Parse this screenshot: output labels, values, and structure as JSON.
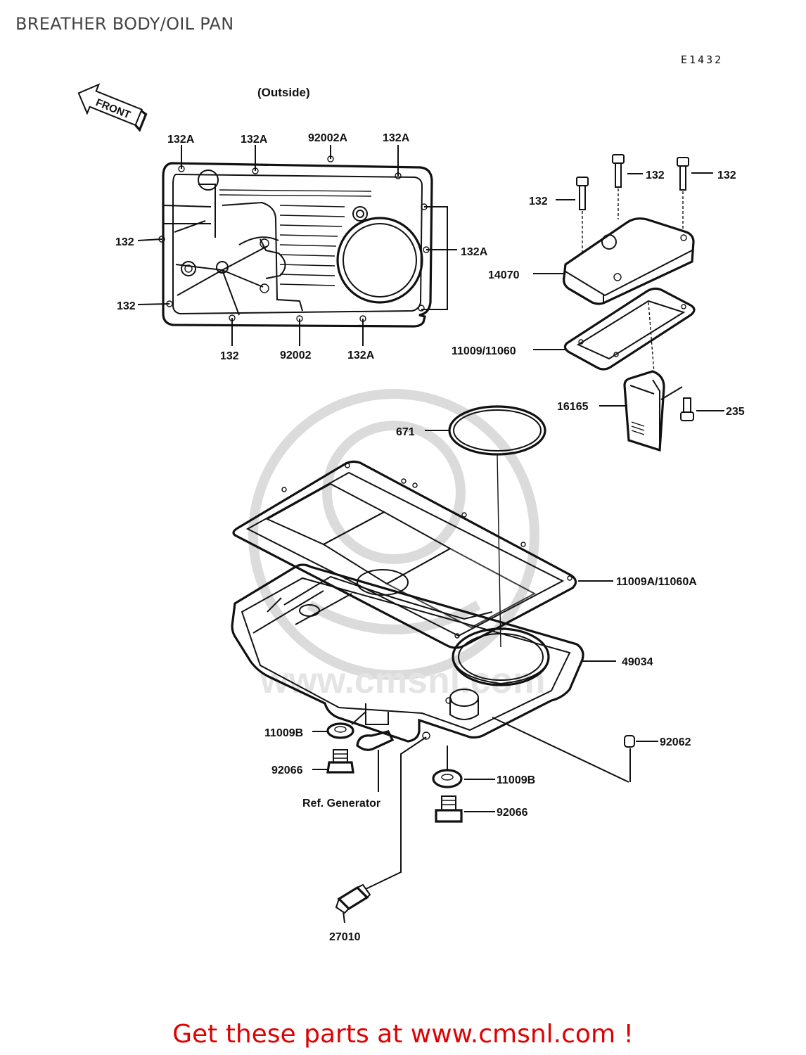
{
  "header": {
    "title": "BREATHER BODY/OIL PAN",
    "drawing_code": "E1432"
  },
  "diagram": {
    "front_arrow": "FRONT",
    "view_note": "(Outside)",
    "labels": {
      "l132A_1": "132A",
      "l132A_2": "132A",
      "l92002A": "92002A",
      "l132A_3": "132A",
      "l132_left1": "132",
      "l132A_right": "132A",
      "l132_left2": "132",
      "l132_bottom": "132",
      "l92002": "92002",
      "l132A_bottom": "132A",
      "l132_bolt_a": "132",
      "l132_bolt_b": "132",
      "l132_bolt_c": "132",
      "l14070": "14070",
      "l11009_11060": "11009/11060",
      "l16165": "16165",
      "l235": "235",
      "l671": "671",
      "l11009A_11060A": "11009A/11060A",
      "l49034": "49034",
      "l11009B_left": "11009B",
      "l92066_left": "92066",
      "l92062": "92062",
      "l11009B_right": "11009B",
      "l92066_right": "92066",
      "ref_generator": "Ref. Generator",
      "l27010": "27010"
    }
  },
  "watermark_text": "www.cmsnl.com",
  "footer": {
    "cta": "Get these parts at www.cmsnl.com !"
  }
}
